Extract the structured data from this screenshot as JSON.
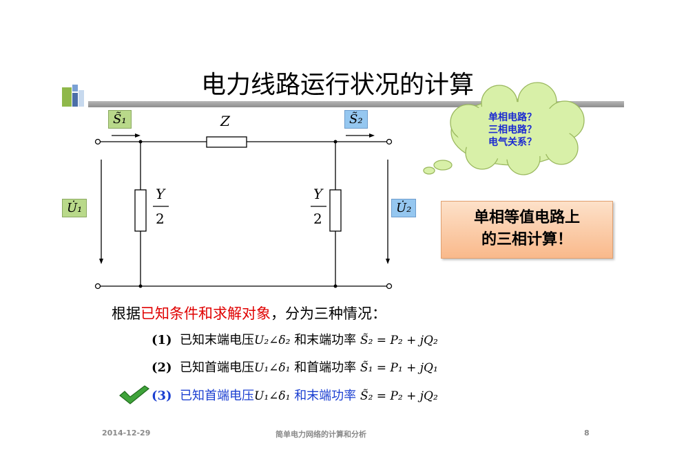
{
  "title": "电力线路运行状况的计算",
  "diagram": {
    "s1": "S̃₁",
    "z": "Z",
    "s2": "S̃₂",
    "u1": "U̇₁",
    "u2": "U̇₂",
    "y_num": "Y",
    "y_den": "2"
  },
  "cloud": {
    "lines": [
      "单相电路？",
      "三相电路？",
      "电气关系？"
    ]
  },
  "note": {
    "line1": "单相等值电路上",
    "line2": "的三相计算！"
  },
  "intro": {
    "prefix": "根据",
    "highlight": "已知条件和求解对象",
    "suffix": "，分为三种情况："
  },
  "cases": [
    {
      "num": "(1)",
      "text1": "已知末端电压",
      "expr1": "U₂∠δ₂",
      "text2": "和末端功率",
      "expr2": "S̃₂ = P₂ + jQ₂"
    },
    {
      "num": "(2)",
      "text1": "已知首端电压",
      "expr1": "U₁∠δ₁",
      "text2": "和首端功率",
      "expr2": "S̃₁ = P₁ + jQ₁"
    },
    {
      "num": "(3)",
      "text1": "已知首端电压",
      "expr1": "U₁∠δ₁",
      "text2": "和末端功率",
      "expr2": "S̃₂ = P₂ + jQ₂"
    }
  ],
  "footer": {
    "date": "2014-12-29",
    "course": "简单电力网络的计算和分析",
    "page": "8"
  },
  "colors": {
    "accent_green": "#b9d98a",
    "accent_blue": "#95c7f0",
    "highlight_red": "#e00000",
    "case_blue": "#1b3fd1"
  },
  "icons": [
    "checkmark-icon"
  ]
}
